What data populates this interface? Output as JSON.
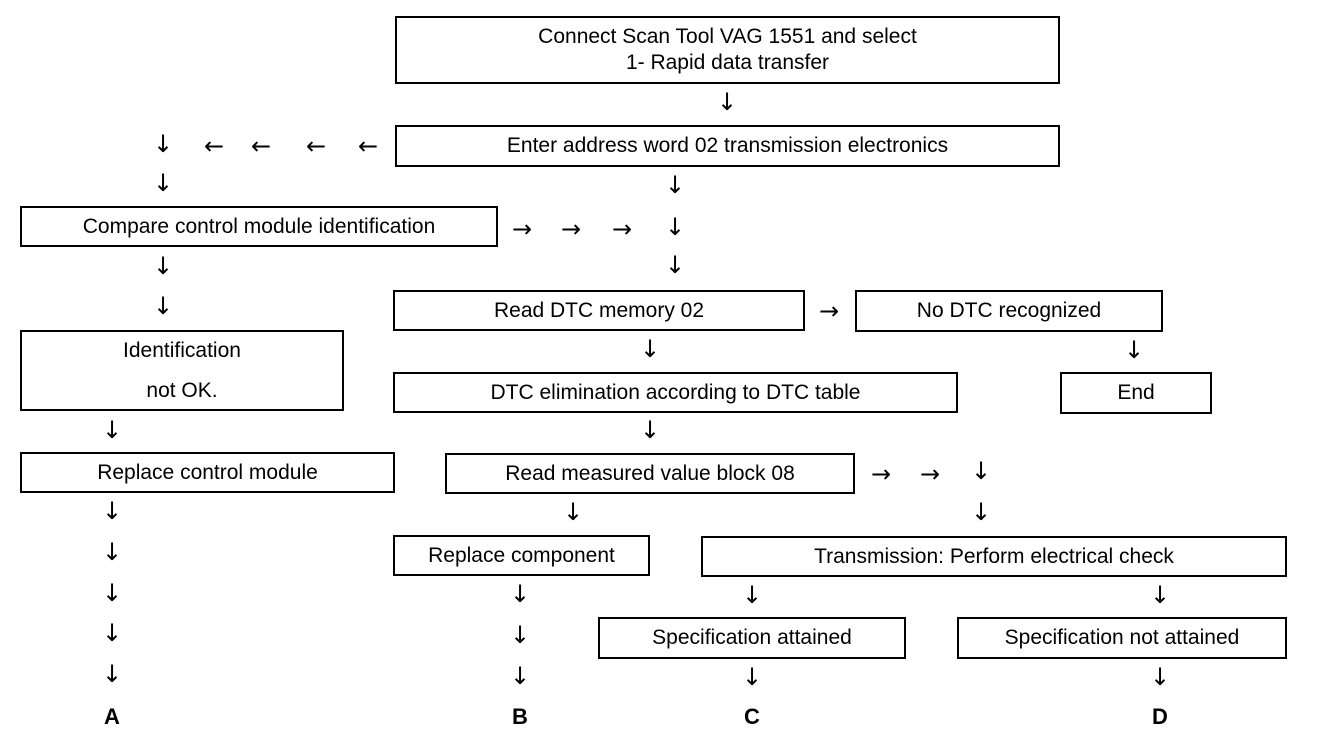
{
  "boxes": {
    "connect": [
      "Connect Scan Tool VAG 1551 and select",
      "1- Rapid data transfer"
    ],
    "address": [
      "Enter address word 02 transmission electronics"
    ],
    "compare": [
      "Compare control module identification"
    ],
    "ident_not_ok": [
      "Identification",
      "not OK."
    ],
    "replace_module": [
      "Replace control module"
    ],
    "read_dtc": [
      "Read DTC memory 02"
    ],
    "no_dtc": [
      "No DTC recognized"
    ],
    "end": [
      "End"
    ],
    "dtc_elim": [
      "DTC elimination according to DTC table"
    ],
    "read_mvb": [
      "Read measured value block 08"
    ],
    "replace_component": [
      "Replace component"
    ],
    "elec_check": [
      "Transmission: Perform electrical check"
    ],
    "spec_attained": [
      "Specification attained"
    ],
    "spec_not_attained": [
      "Specification not attained"
    ]
  },
  "arrow_glyphs": {
    "down": "↓",
    "left": "←",
    "right": "→"
  },
  "outcomes": {
    "a": "A",
    "b": "B",
    "c": "C",
    "d": "D"
  }
}
